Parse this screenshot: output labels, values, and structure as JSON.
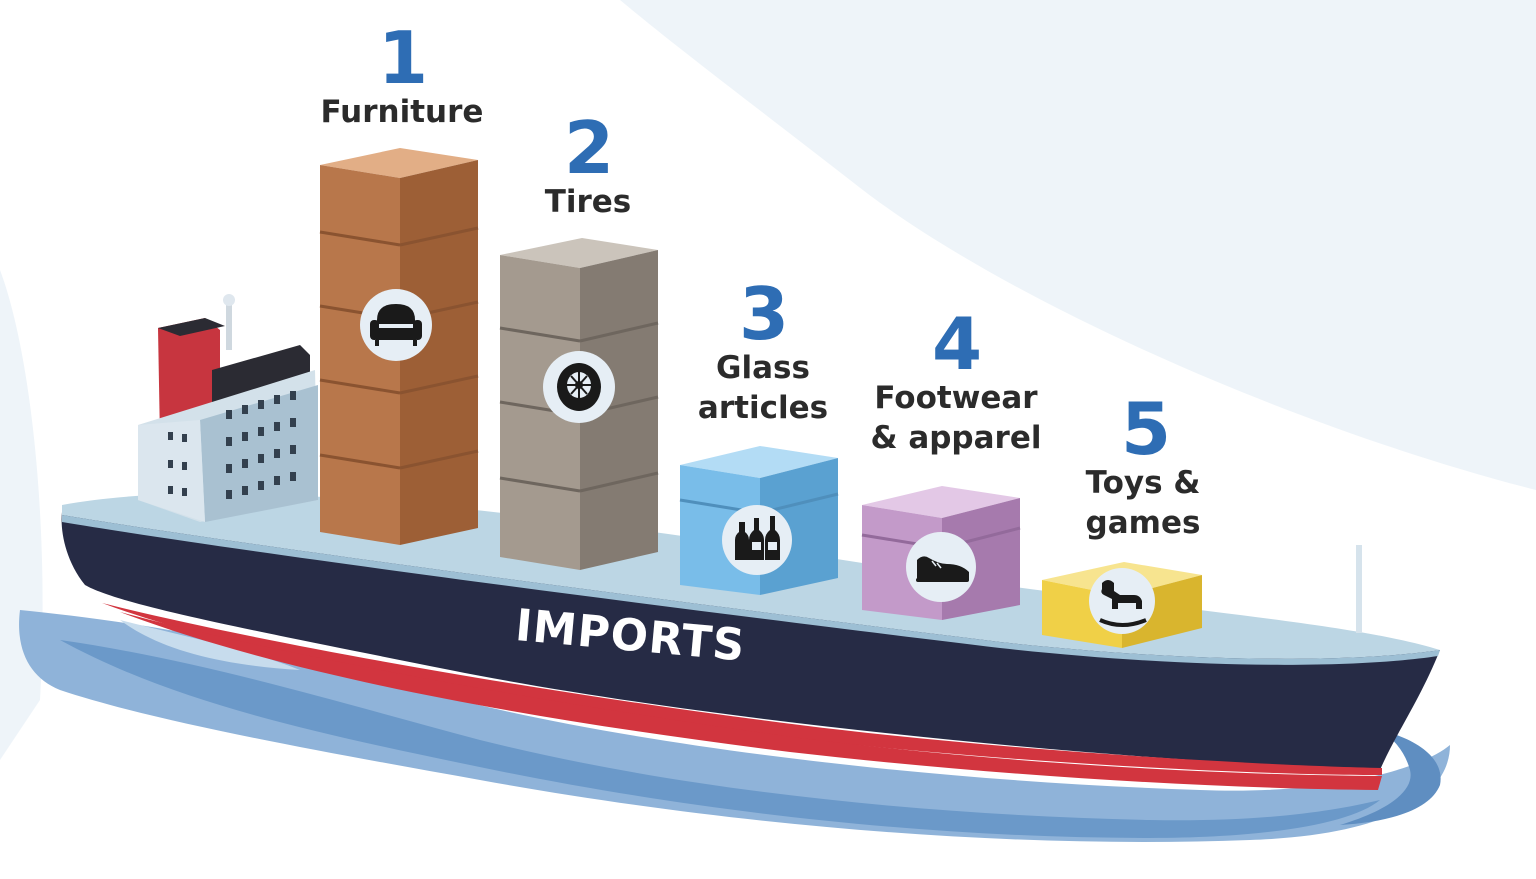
{
  "ship_label": "IMPORTS",
  "colors": {
    "rank_number": "#2e6db4",
    "label_text": "#2b2b2b",
    "hull": "#262b45",
    "hull_stripe": "#d2353f",
    "deck": "#bcd6e4",
    "water": "#7aa6cf",
    "background_swoosh": "#eef4f9"
  },
  "imports": [
    {
      "rank": "1",
      "label_lines": [
        "Furniture"
      ],
      "icon": "armchair-icon",
      "color": "#b8774b"
    },
    {
      "rank": "2",
      "label_lines": [
        "Tires"
      ],
      "icon": "tire-icon",
      "color": "#a49a8f"
    },
    {
      "rank": "3",
      "label_lines": [
        "Glass",
        "articles"
      ],
      "icon": "glass-bottles-icon",
      "color": "#79bde9"
    },
    {
      "rank": "4",
      "label_lines": [
        "Footwear",
        "& apparel"
      ],
      "icon": "sneaker-icon",
      "color": "#c39ac9"
    },
    {
      "rank": "5",
      "label_lines": [
        "Toys &",
        "games"
      ],
      "icon": "rocking-horse-icon",
      "color": "#f0d047"
    }
  ]
}
